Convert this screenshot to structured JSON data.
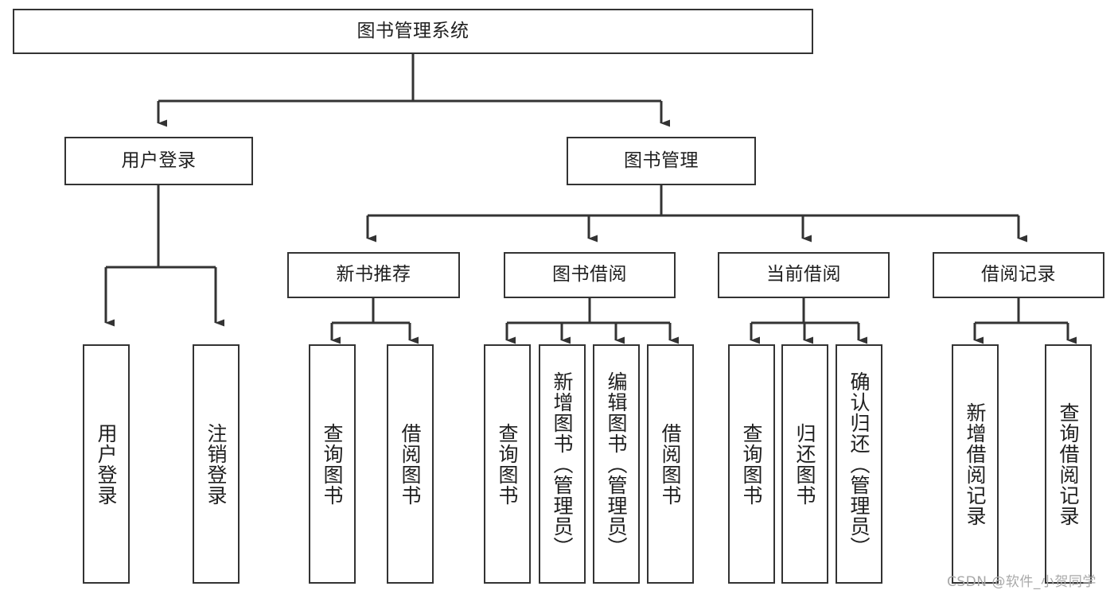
{
  "diagram": {
    "type": "tree",
    "title": "图书管理系统",
    "watermark": "CSDN @软件_小贺同学",
    "colors": {
      "box_border": "#333333",
      "box_fill": "#ffffff",
      "connector": "#333333",
      "text": "#1f1f1f",
      "watermark": "#a9a9a9"
    },
    "nodes": {
      "root": {
        "label": "图书管理系统"
      },
      "level2": [
        {
          "label": "用户登录"
        },
        {
          "label": "图书管理"
        }
      ],
      "level3": [
        {
          "label": "新书推荐"
        },
        {
          "label": "图书借阅"
        },
        {
          "label": "当前借阅"
        },
        {
          "label": "借阅记录"
        }
      ],
      "leaves_user_login": [
        {
          "label": "用户登录"
        },
        {
          "label": "注销登录"
        }
      ],
      "leaves_new_book": [
        {
          "label": "查询图书"
        },
        {
          "label": "借阅图书"
        }
      ],
      "leaves_borrow": [
        {
          "label": "查询图书"
        },
        {
          "label": "新增图书（管理员）"
        },
        {
          "label": "编辑图书（管理员）"
        },
        {
          "label": "借阅图书"
        }
      ],
      "leaves_current": [
        {
          "label": "查询图书"
        },
        {
          "label": "归还图书"
        },
        {
          "label": "确认归还（管理员）"
        }
      ],
      "leaves_record": [
        {
          "label": "新增借阅记录"
        },
        {
          "label": "查询借阅记录"
        }
      ]
    }
  }
}
